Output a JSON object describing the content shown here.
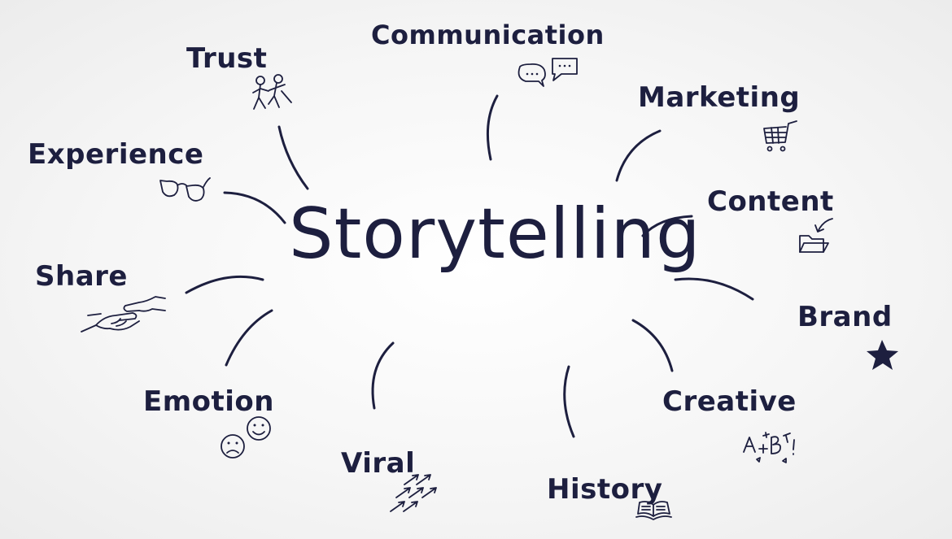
{
  "center": {
    "title": "Storytelling"
  },
  "topics": [
    {
      "id": "trust",
      "label": "Trust",
      "icon": "two-people-icon"
    },
    {
      "id": "communication",
      "label": "Communication",
      "icon": "speech-bubbles-icon"
    },
    {
      "id": "marketing",
      "label": "Marketing",
      "icon": "shopping-cart-icon"
    },
    {
      "id": "experience",
      "label": "Experience",
      "icon": "glasses-icon"
    },
    {
      "id": "content",
      "label": "Content",
      "icon": "folder-icon"
    },
    {
      "id": "share",
      "label": "Share",
      "icon": "handshake-icon"
    },
    {
      "id": "brand",
      "label": "Brand",
      "icon": "star-icon"
    },
    {
      "id": "emotion",
      "label": "Emotion",
      "icon": "smiley-faces-icon"
    },
    {
      "id": "creative",
      "label": "Creative",
      "icon": "doodle-letters-icon"
    },
    {
      "id": "viral",
      "label": "Viral",
      "icon": "arrows-icon"
    },
    {
      "id": "history",
      "label": "History",
      "icon": "book-icon"
    }
  ],
  "colors": {
    "ink": "#1d1f3f",
    "background": "#f4f4f4"
  }
}
